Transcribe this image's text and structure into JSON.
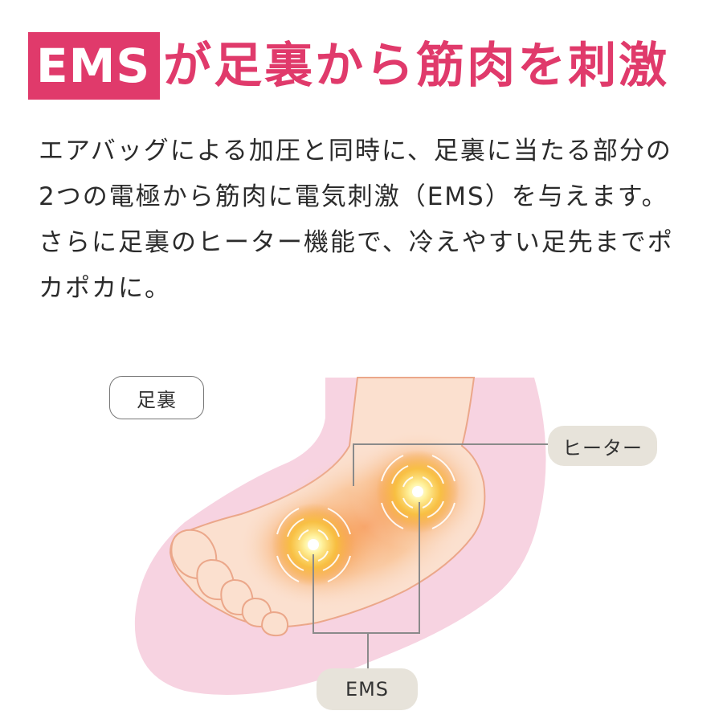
{
  "header": {
    "badge": "EMS",
    "title": "が足裏から筋肉を刺激"
  },
  "description": {
    "lines": [
      "エアバッグによる加圧と同時に、足裏に当たる部分の",
      "2つの電極から筋肉に電気刺激（EMS）を与えます。",
      "さらに足裏のヒーター機能で、冷えやすい足先までポ",
      "カポカに。"
    ]
  },
  "illustration": {
    "sole_label": "足裏",
    "heater_label": "ヒーター",
    "ems_label": "EMS",
    "colors": {
      "accent": "#e03a6b",
      "pad": "#f7d3e1",
      "skin": "#fbe0cf",
      "glow": "#f5a03a",
      "chip": "#e7e3da"
    }
  }
}
